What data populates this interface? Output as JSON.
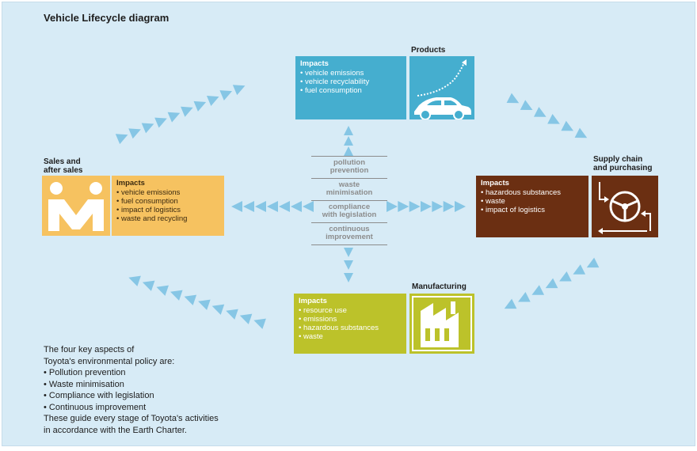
{
  "title": "Vehicle Lifecycle diagram",
  "colors": {
    "background": "#d7ebf6",
    "products": "#45aecf",
    "supply": "#6b2f12",
    "manufacturing": "#bcc22a",
    "sales": "#f6c260",
    "arrow": "#7dc2e3",
    "center_text": "#8c8c8c"
  },
  "stages": {
    "products": {
      "heading": "Products",
      "impacts_title": "Impacts",
      "impacts": [
        "vehicle emissions",
        "vehicle recyclability",
        "fuel consumption"
      ],
      "icon": "car-growth-icon"
    },
    "supply": {
      "heading_line1": "Supply chain",
      "heading_line2": "and purchasing",
      "impacts_title": "Impacts",
      "impacts": [
        "hazardous substances",
        "waste",
        "impact of logistics"
      ],
      "icon": "steering-wheel-cycle-icon"
    },
    "manufacturing": {
      "heading": "Manufacturing",
      "impacts_title": "Impacts",
      "impacts": [
        "resource use",
        "emissions",
        "hazardous substances",
        "waste"
      ],
      "icon": "factory-icon"
    },
    "sales": {
      "heading_line1": "Sales and",
      "heading_line2": "after sales",
      "impacts_title": "Impacts",
      "impacts": [
        "vehicle emissions",
        "fuel consumption",
        "impact of logistics",
        "waste and recycling"
      ],
      "icon": "handshake-people-icon"
    }
  },
  "center_aspects": [
    [
      "pollution",
      "prevention"
    ],
    [
      "waste",
      "minimisation"
    ],
    [
      "compliance",
      "with legislation"
    ],
    [
      "continuous",
      "improvement"
    ]
  ],
  "footnote": [
    "The four key aspects of",
    "Toyota's environmental policy are:",
    "• Pollution prevention",
    "• Waste minimisation",
    "• Compliance with legislation",
    "• Continuous improvement",
    "These guide every stage of Toyota's activities",
    "in accordance with the Earth Charter."
  ]
}
